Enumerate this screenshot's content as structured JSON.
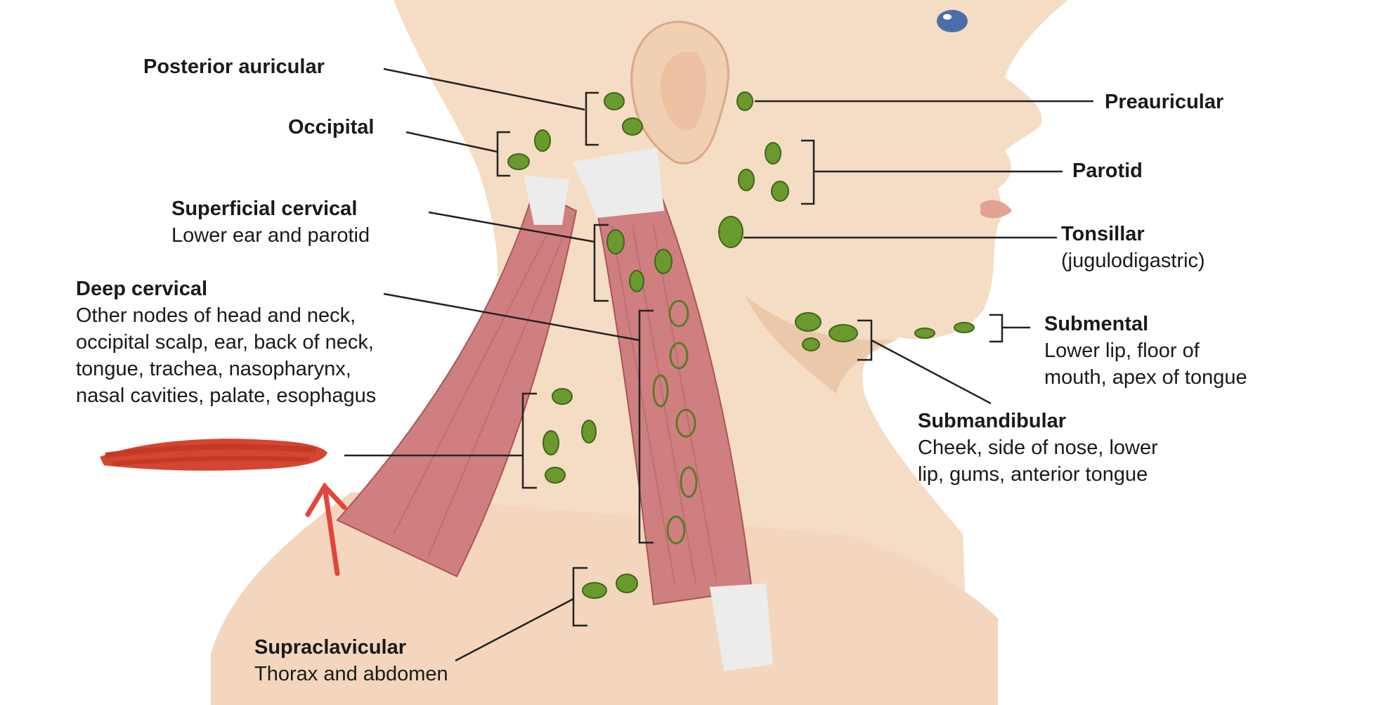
{
  "diagram": {
    "colors": {
      "skin": "#f5dcc4",
      "skin_shadow": "#e7bfa0",
      "muscle": "#d07f80",
      "muscle_dark": "#a85556",
      "tendon": "#ececec",
      "node": "#6a9a2e",
      "node_dark": "#3f6618",
      "leader_line": "#222222",
      "redaction": "#d64531",
      "arrow": "#e0463a",
      "lip": "#e2a394",
      "eye": "#4c6ea8"
    },
    "labels": {
      "posterior_auricular": {
        "title": "Posterior auricular"
      },
      "occipital": {
        "title": "Occipital"
      },
      "superficial_cervical": {
        "title": "Superficial cervical",
        "desc": [
          "Lower ear and parotid"
        ]
      },
      "deep_cervical": {
        "title": "Deep cervical",
        "desc": [
          "Other nodes of head and neck,",
          "occipital scalp, ear, back of neck,",
          "tongue, trachea, nasopharynx,",
          "nasal cavities, palate, esophagus"
        ]
      },
      "supraclavicular": {
        "title": "Supraclavicular",
        "desc": [
          "Thorax and abdomen"
        ]
      },
      "preauricular": {
        "title": "Preauricular"
      },
      "parotid": {
        "title": "Parotid"
      },
      "tonsillar": {
        "title": "Tonsillar",
        "desc": [
          "(jugulodigastric)"
        ]
      },
      "submental": {
        "title": "Submental",
        "desc": [
          "Lower lip, floor of",
          "mouth, apex of tongue"
        ]
      },
      "submandibular": {
        "title": "Submandibular",
        "desc": [
          "Cheek, side of nose, lower",
          "lip, gums, anterior tongue"
        ]
      }
    },
    "annotations": {
      "redacted_label": "redacted-label-scribble",
      "pointer": "red-arrow-pointer"
    }
  }
}
